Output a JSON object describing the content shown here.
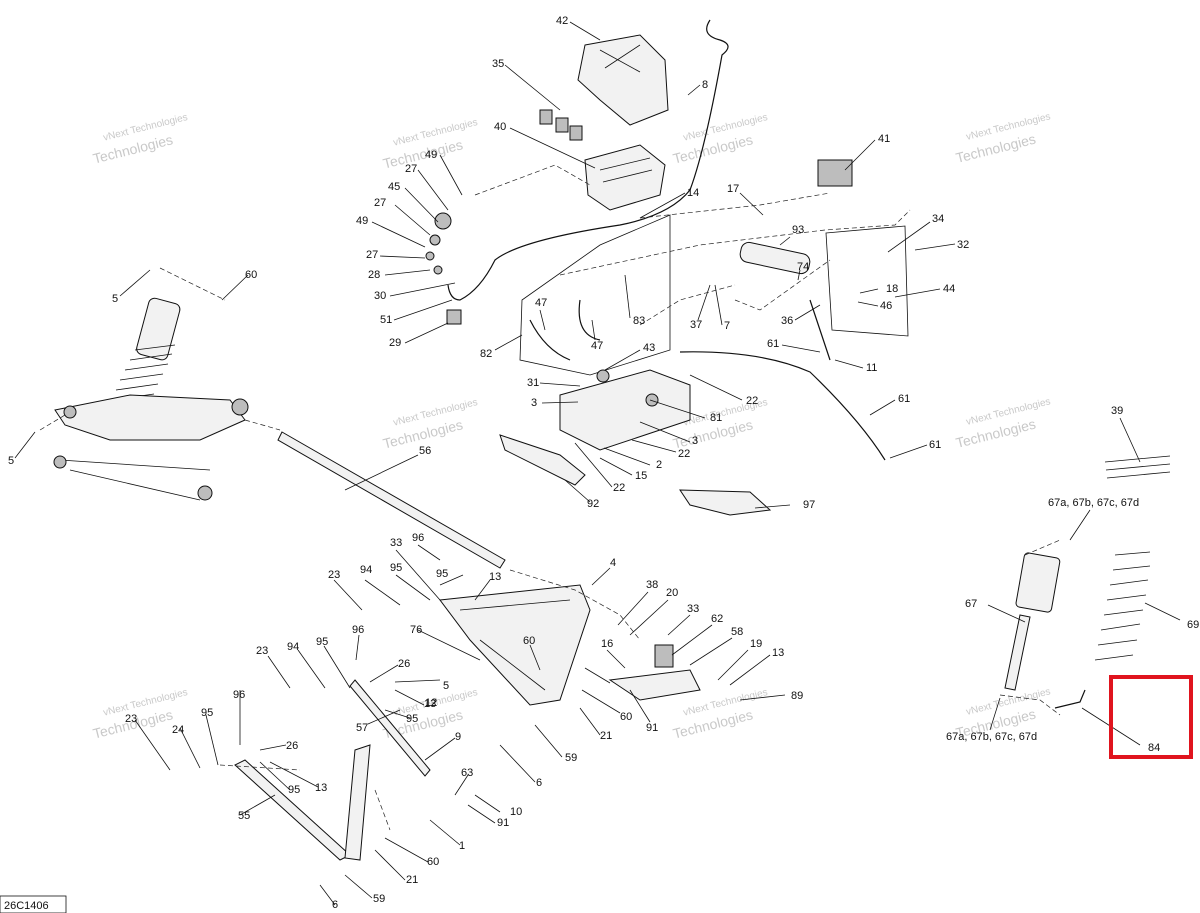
{
  "diagram": {
    "reference_code": "26C1406",
    "watermark_line1": "vNext Technologies",
    "watermark_line2": "Technologies",
    "highlighted_part": "84",
    "callouts": [
      {
        "id": "42",
        "label": "42"
      },
      {
        "id": "35",
        "label": "35"
      },
      {
        "id": "8",
        "label": "8"
      },
      {
        "id": "40",
        "label": "40"
      },
      {
        "id": "41",
        "label": "41"
      },
      {
        "id": "49a",
        "label": "49"
      },
      {
        "id": "27a",
        "label": "27"
      },
      {
        "id": "45",
        "label": "45"
      },
      {
        "id": "27b",
        "label": "27"
      },
      {
        "id": "49b",
        "label": "49"
      },
      {
        "id": "27c",
        "label": "27"
      },
      {
        "id": "28",
        "label": "28"
      },
      {
        "id": "30",
        "label": "30"
      },
      {
        "id": "51",
        "label": "51"
      },
      {
        "id": "29",
        "label": "29"
      },
      {
        "id": "14",
        "label": "14"
      },
      {
        "id": "17",
        "label": "17"
      },
      {
        "id": "93",
        "label": "93"
      },
      {
        "id": "34",
        "label": "34"
      },
      {
        "id": "32",
        "label": "32"
      },
      {
        "id": "74",
        "label": "74"
      },
      {
        "id": "18",
        "label": "18"
      },
      {
        "id": "44",
        "label": "44"
      },
      {
        "id": "46",
        "label": "46"
      },
      {
        "id": "36",
        "label": "36"
      },
      {
        "id": "37",
        "label": "37"
      },
      {
        "id": "7",
        "label": "7"
      },
      {
        "id": "83",
        "label": "83"
      },
      {
        "id": "47a",
        "label": "47"
      },
      {
        "id": "47b",
        "label": "47"
      },
      {
        "id": "82",
        "label": "82"
      },
      {
        "id": "43",
        "label": "43"
      },
      {
        "id": "61a",
        "label": "61"
      },
      {
        "id": "11",
        "label": "11"
      },
      {
        "id": "31",
        "label": "31"
      },
      {
        "id": "3a",
        "label": "3"
      },
      {
        "id": "22a",
        "label": "22"
      },
      {
        "id": "81",
        "label": "81"
      },
      {
        "id": "61b",
        "label": "61"
      },
      {
        "id": "3b",
        "label": "3"
      },
      {
        "id": "22b",
        "label": "22"
      },
      {
        "id": "2",
        "label": "2"
      },
      {
        "id": "61c",
        "label": "61"
      },
      {
        "id": "15",
        "label": "15"
      },
      {
        "id": "22c",
        "label": "22"
      },
      {
        "id": "92",
        "label": "92"
      },
      {
        "id": "97",
        "label": "97"
      },
      {
        "id": "5a",
        "label": "5"
      },
      {
        "id": "60a",
        "label": "60"
      },
      {
        "id": "5b",
        "label": "5"
      },
      {
        "id": "56",
        "label": "56"
      },
      {
        "id": "39",
        "label": "39"
      },
      {
        "id": "67top",
        "label": "67a, 67b, 67c, 67d"
      },
      {
        "id": "67",
        "label": "67"
      },
      {
        "id": "69",
        "label": "69"
      },
      {
        "id": "84",
        "label": "84"
      },
      {
        "id": "67bot",
        "label": "67a, 67b, 67c, 67d"
      },
      {
        "id": "96a",
        "label": "96"
      },
      {
        "id": "33a",
        "label": "33"
      },
      {
        "id": "4",
        "label": "4"
      },
      {
        "id": "23a",
        "label": "23"
      },
      {
        "id": "94a",
        "label": "94"
      },
      {
        "id": "95a",
        "label": "95"
      },
      {
        "id": "95b",
        "label": "95"
      },
      {
        "id": "13a",
        "label": "13"
      },
      {
        "id": "38",
        "label": "38"
      },
      {
        "id": "20",
        "label": "20"
      },
      {
        "id": "33b",
        "label": "33"
      },
      {
        "id": "76",
        "label": "76"
      },
      {
        "id": "62",
        "label": "62"
      },
      {
        "id": "96b",
        "label": "96"
      },
      {
        "id": "60b",
        "label": "60"
      },
      {
        "id": "16",
        "label": "16"
      },
      {
        "id": "58",
        "label": "58"
      },
      {
        "id": "19",
        "label": "19"
      },
      {
        "id": "23b",
        "label": "23"
      },
      {
        "id": "94b",
        "label": "94"
      },
      {
        "id": "95c",
        "label": "95"
      },
      {
        "id": "26a",
        "label": "26"
      },
      {
        "id": "13b",
        "label": "13"
      },
      {
        "id": "12",
        "label": "12"
      },
      {
        "id": "5c",
        "label": "5"
      },
      {
        "id": "13c",
        "label": "13"
      },
      {
        "id": "89",
        "label": "89"
      },
      {
        "id": "57",
        "label": "57"
      },
      {
        "id": "95d",
        "label": "95"
      },
      {
        "id": "60c",
        "label": "60"
      },
      {
        "id": "91",
        "label": "91"
      },
      {
        "id": "21a",
        "label": "21"
      },
      {
        "id": "96c",
        "label": "96"
      },
      {
        "id": "23c",
        "label": "23"
      },
      {
        "id": "24",
        "label": "24"
      },
      {
        "id": "95e",
        "label": "95"
      },
      {
        "id": "9",
        "label": "9"
      },
      {
        "id": "59a",
        "label": "59"
      },
      {
        "id": "26b",
        "label": "26"
      },
      {
        "id": "95f",
        "label": "95"
      },
      {
        "id": "13d",
        "label": "13"
      },
      {
        "id": "63",
        "label": "63"
      },
      {
        "id": "6a",
        "label": "6"
      },
      {
        "id": "10",
        "label": "10"
      },
      {
        "id": "55",
        "label": "55"
      },
      {
        "id": "91b",
        "label": "91"
      },
      {
        "id": "1",
        "label": "1"
      },
      {
        "id": "60d",
        "label": "60"
      },
      {
        "id": "21b",
        "label": "21"
      },
      {
        "id": "59b",
        "label": "59"
      },
      {
        "id": "6b",
        "label": "6"
      }
    ]
  }
}
